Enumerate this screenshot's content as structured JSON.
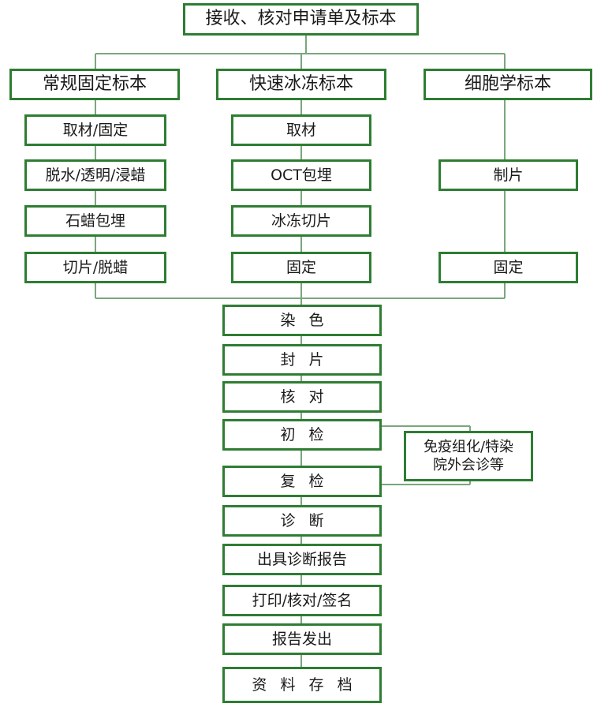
{
  "title": "接收、核对申请单及标本",
  "branches": {
    "routine": {
      "header": "常规固定标本",
      "steps": [
        "取材/固定",
        "脱水/透明/浸蜡",
        "石蜡包埋",
        "切片/脱蜡"
      ]
    },
    "frozen": {
      "header": "快速冰冻标本",
      "steps": [
        "取材",
        "OCT包埋",
        "冰冻切片",
        "固定"
      ]
    },
    "cytology": {
      "header": "细胞学标本",
      "steps": [
        "制片",
        "固定"
      ]
    }
  },
  "main_steps": [
    "染色",
    "封片",
    "核对",
    "初检",
    "复检",
    "诊断",
    "出具诊断报告",
    "打印/核对/签名",
    "报告发出",
    "资料存档"
  ],
  "side_box": {
    "line1": "免疫组化/特染",
    "line2": "院外会诊等"
  },
  "colors": {
    "border": "#2e7d32",
    "connector": "#7aa77d"
  }
}
